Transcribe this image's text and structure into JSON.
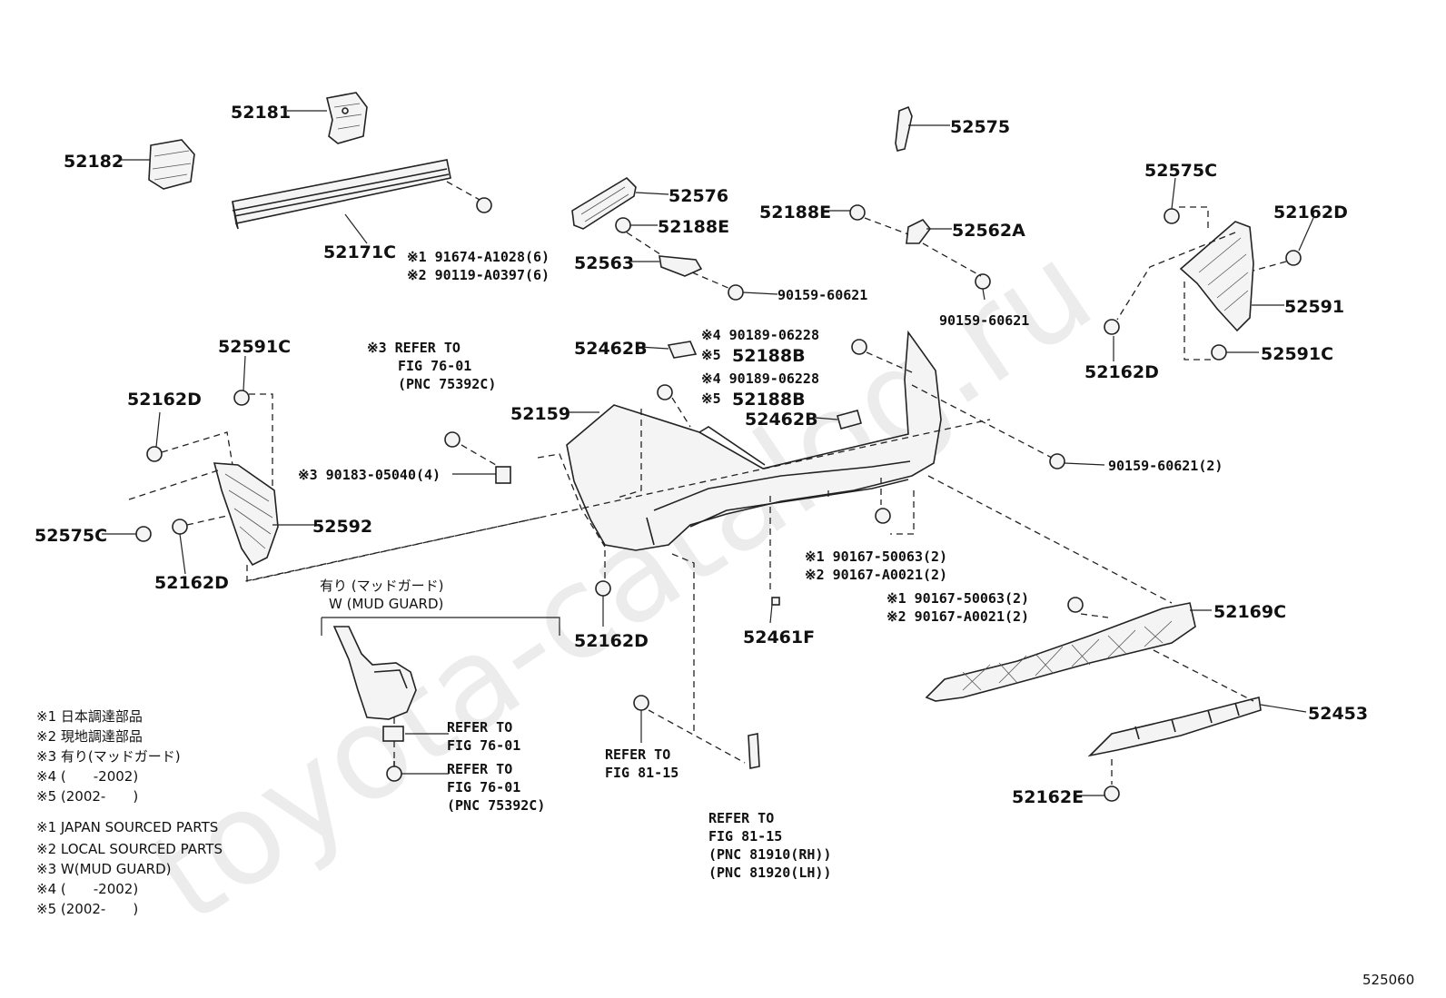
{
  "watermark": "toyota-catalog.ru",
  "figure_id": "525060",
  "parts": {
    "p52181": "52181",
    "p52182": "52182",
    "p52171c": "52171C",
    "p52575": "52575",
    "p52576": "52576",
    "p52188e_a": "52188E",
    "p52188e_b": "52188E",
    "p52562a": "52562A",
    "p52563": "52563",
    "p52575c_r": "52575C",
    "p52162d_r1": "52162D",
    "p52591": "52591",
    "p52162d_r2": "52162D",
    "p52591c_r": "52591C",
    "p52462b_a": "52462B",
    "p52159": "52159",
    "p52462b_b": "52462B",
    "p52188b_a": "52188B",
    "p52188b_b": "52188B",
    "p52591c_l": "52591C",
    "p52162d_l1": "52162D",
    "p52575c_l": "52575C",
    "p52592": "52592",
    "p52162d_l2": "52162D",
    "p52162d_c": "52162D",
    "p52461f": "52461F",
    "p52169c": "52169C",
    "p52453": "52453",
    "p52162e": "52162E"
  },
  "notes": {
    "n1_a": "※1 91674-A1028(6)",
    "n2_a": "※2 90119-A0397(6)",
    "bolt_a": "90159-60621",
    "bolt_b": "90159-60621",
    "n4_a": "※4 90189-06228",
    "n5_a": "※5",
    "n4_b": "※4 90189-06228",
    "n5_b": "※5",
    "bolt_c": "90159-60621(2)",
    "ref3_line1": "※3 REFER TO",
    "ref3_line2": "FIG 76-01",
    "ref3_line3": "(PNC 75392C)",
    "n3_clip": "※3 90183-05040(4)",
    "n1_b": "※1 90167-50063(2)",
    "n2_b": "※2 90167-A0021(2)",
    "n1_c": "※1 90167-50063(2)",
    "n2_c": "※2 90167-A0021(2)",
    "mud_jp": "有り (マッドガード)",
    "mud_en": "W (MUD GUARD)",
    "ref_a1": "REFER TO",
    "ref_a2": "FIG 76-01",
    "ref_b1": "REFER TO",
    "ref_b2": "FIG 76-01",
    "ref_b3": "(PNC 75392C)",
    "ref_c1": "REFER TO",
    "ref_c2": "FIG 81-15",
    "ref_d1": "REFER TO",
    "ref_d2": "FIG 81-15",
    "ref_d3": "(PNC 81910(RH))",
    "ref_d4": "(PNC 81920(LH))"
  },
  "legend": [
    "※1 日本調達部品",
    "※2 現地調達部品",
    "※3 有り(マッドガード)",
    "※4 (　　-2002)",
    "※5 (2002-　　)",
    "",
    "※1 JAPAN SOURCED PARTS",
    "※2 LOCAL SOURCED PARTS",
    "※3 W(MUD GUARD)",
    "※4 (　　-2002)",
    "※5 (2002-　　)"
  ]
}
